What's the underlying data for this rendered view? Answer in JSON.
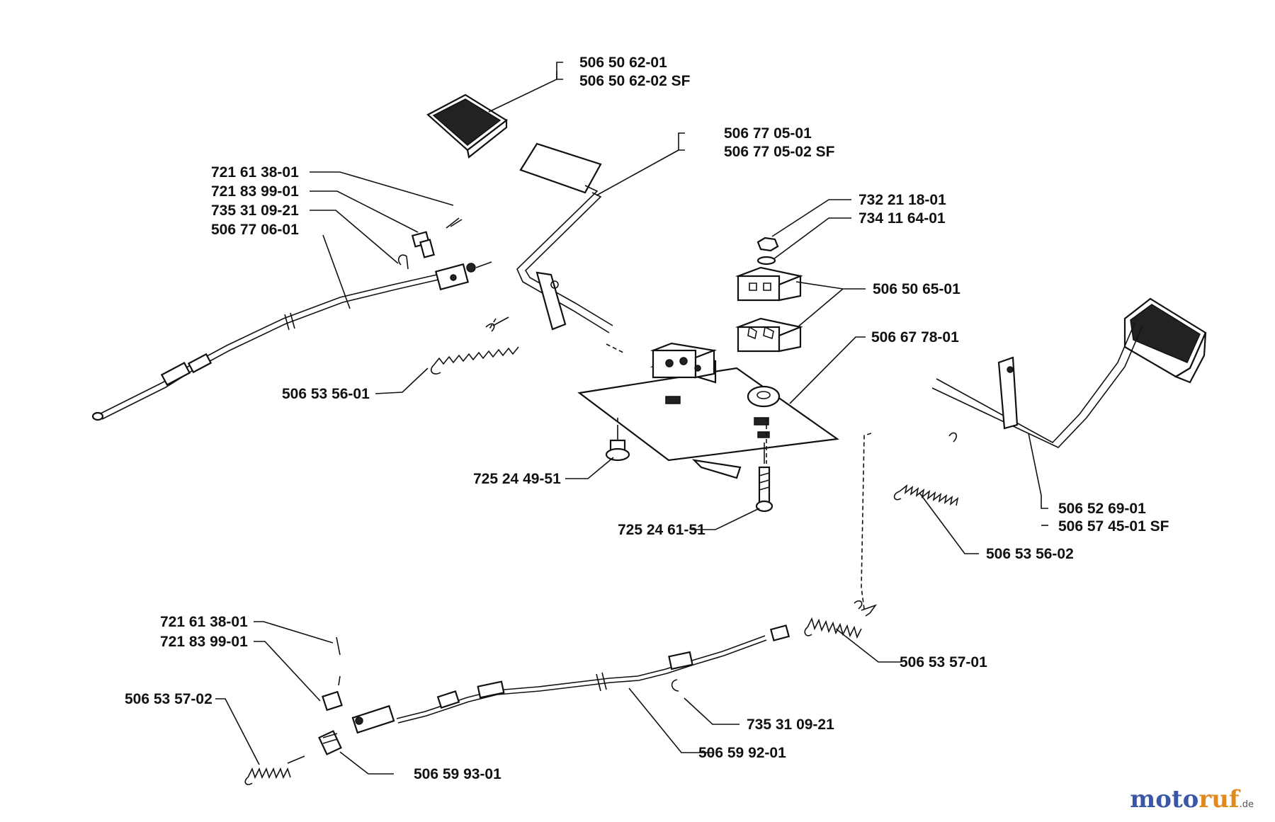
{
  "labels": {
    "l_506_50_62_01": "506 50 62-01",
    "l_506_50_62_02": "506 50 62-02 SF",
    "l_506_77_05_01": "506 77 05-01",
    "l_506_77_05_02": "506 77 05-02 SF",
    "l_721_61_38_01_top": "721 61 38-01",
    "l_721_83_99_01_top": "721 83 99-01",
    "l_735_31_09_21_top": "735 31 09-21",
    "l_506_77_06_01": "506 77 06-01",
    "l_732_21_18_01": "732 21 18-01",
    "l_734_11_64_01": "734 11 64-01",
    "l_506_50_65_01": "506 50 65-01",
    "l_506_67_78_01": "506 67 78-01",
    "l_506_53_56_01": "506 53 56-01",
    "l_725_24_49_51": "725 24 49-51",
    "l_725_24_61_51": "725 24 61-51",
    "l_506_52_69_01": "506 52 69-01",
    "l_506_57_45_01": "506 57 45-01 SF",
    "l_506_53_56_02": "506 53 56-02",
    "l_721_61_38_01_bot": "721 61 38-01",
    "l_721_83_99_01_bot": "721 83 99-01",
    "l_506_53_57_02": "506 53 57-02",
    "l_506_53_57_01": "506 53 57-01",
    "l_735_31_09_21_bot": "735 31 09-21",
    "l_506_59_92_01": "506 59 92-01",
    "l_506_59_93_01": "506 59 93-01"
  },
  "watermark": {
    "main_a": "moto",
    "main_b": "ruf",
    "suffix": ".de"
  }
}
